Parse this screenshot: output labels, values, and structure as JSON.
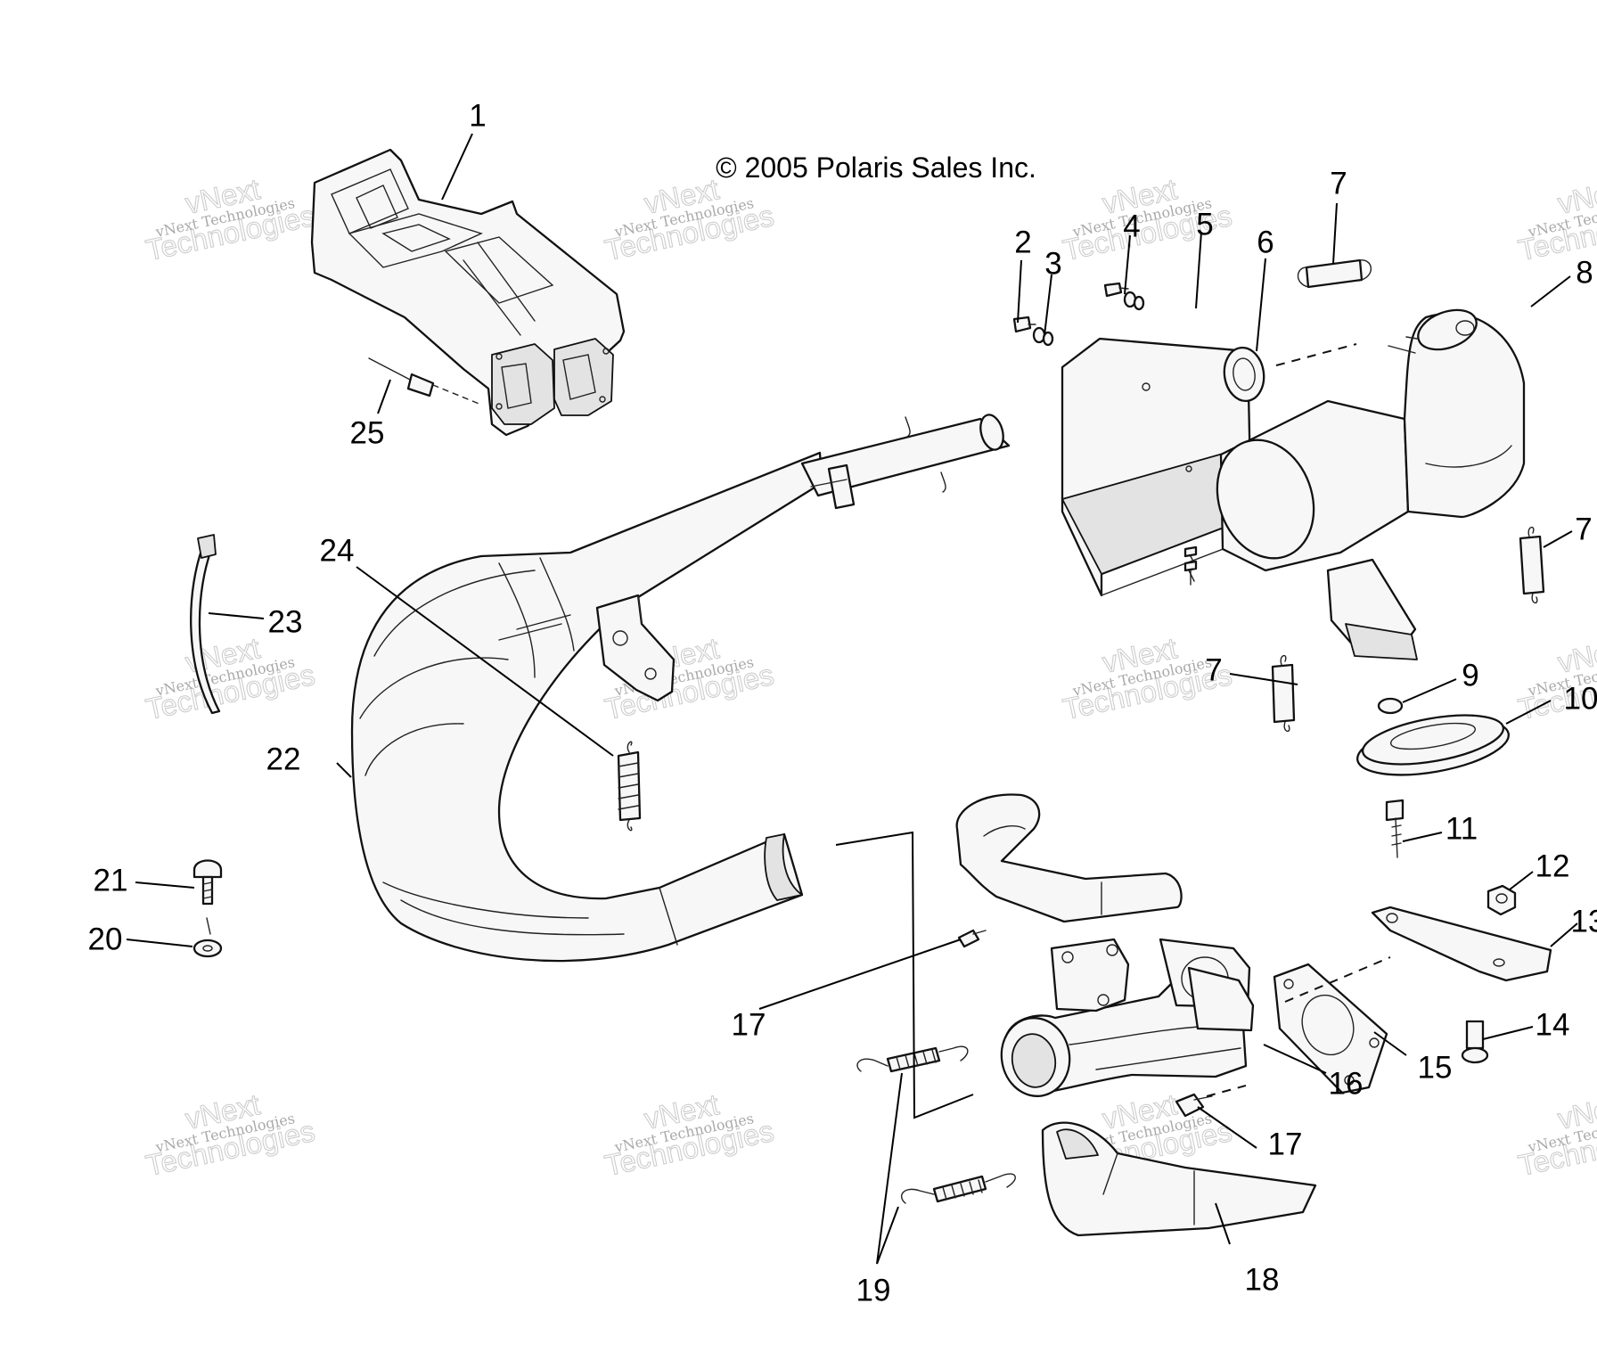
{
  "diagram": {
    "copyright": "© 2005 Polaris Sales Inc.",
    "watermark": {
      "brand_short": "vNext",
      "brand_full": "vNext Technologies",
      "brand_tail": "Technologies"
    },
    "callouts": {
      "c1": "1",
      "c2": "2",
      "c3": "3",
      "c4": "4",
      "c5": "5",
      "c6": "6",
      "c7a": "7",
      "c7b": "7",
      "c7c": "7",
      "c8": "8",
      "c9": "9",
      "c10": "10",
      "c11": "11",
      "c12": "12",
      "c13": "13",
      "c14": "14",
      "c15": "15",
      "c16": "16",
      "c17a": "17",
      "c17b": "17",
      "c18": "18",
      "c19": "19",
      "c20": "20",
      "c21": "21",
      "c22": "22",
      "c23": "23",
      "c24": "24",
      "c25": "25"
    }
  }
}
